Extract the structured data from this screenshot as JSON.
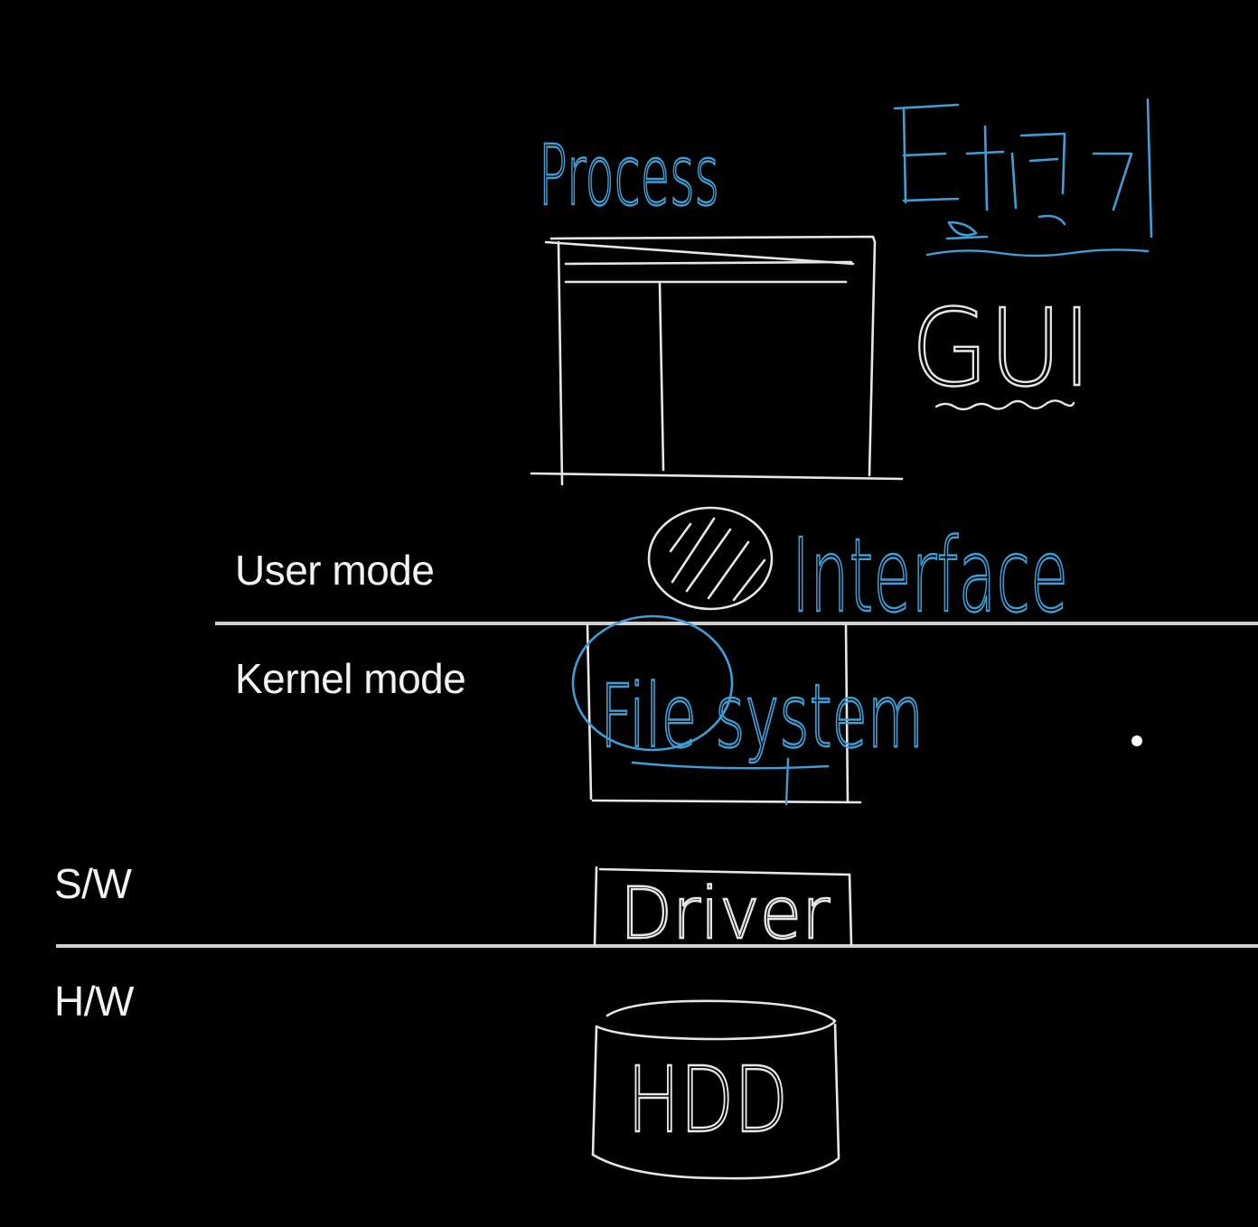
{
  "labels": {
    "user_mode": "User mode",
    "kernel_mode": "Kernel mode",
    "software": "S/W",
    "hardware": "H/W"
  },
  "handwritten": {
    "process": "Process",
    "gui": "GUI",
    "interface": "Interface",
    "file_system": "File system",
    "driver": "Driver",
    "hdd": "HDD"
  },
  "colors": {
    "background": "#000000",
    "chalk_white": "#e6e6e6",
    "annotation_blue": "#3e9fd6",
    "divider": "#d0d0d0"
  }
}
